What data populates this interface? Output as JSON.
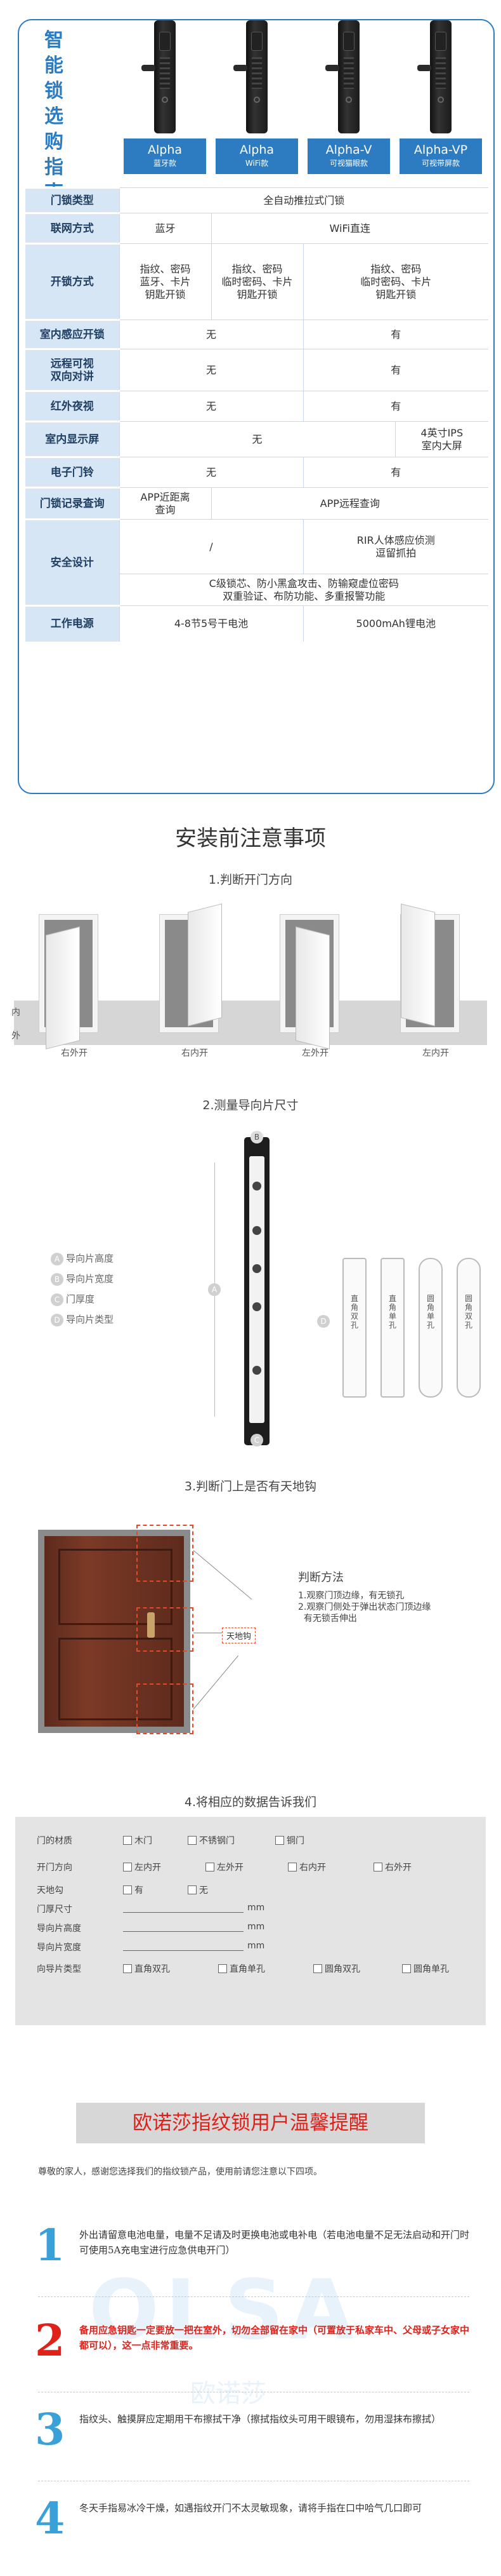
{
  "guide": {
    "title_chars": [
      "智",
      "能",
      "锁",
      "选",
      "购",
      "指",
      "南"
    ],
    "products": [
      {
        "name": "Alpha",
        "sub": "蓝牙款"
      },
      {
        "name": "Alpha",
        "sub": "WiFi款"
      },
      {
        "name": "Alpha-V",
        "sub": "可视猫眼款"
      },
      {
        "name": "Alpha-VP",
        "sub": "可视带屏款"
      }
    ],
    "rows": [
      {
        "key": "门锁类型",
        "cells": [
          [
            "全自动推拉式门锁",
            4
          ]
        ]
      },
      {
        "key": "联网方式",
        "cells": [
          [
            "蓝牙",
            1
          ],
          [
            "WiFi直连",
            3
          ]
        ]
      },
      {
        "key": "开锁方式",
        "cells": [
          [
            "指纹、密码\n蓝牙、卡片\n钥匙开锁",
            1
          ],
          [
            "指纹、密码\n临时密码、卡片\n钥匙开锁",
            1
          ],
          [
            "指纹、密码\n临时密码、卡片\n钥匙开锁",
            2
          ]
        ]
      },
      {
        "key": "室内感应开锁",
        "cells": [
          [
            "无",
            2
          ],
          [
            "有",
            2
          ]
        ]
      },
      {
        "key": "远程可视\n双向对讲",
        "cells": [
          [
            "无",
            2
          ],
          [
            "有",
            2
          ]
        ]
      },
      {
        "key": "红外夜视",
        "cells": [
          [
            "无",
            2
          ],
          [
            "有",
            2
          ]
        ]
      },
      {
        "key": "室内显示屏",
        "cells": [
          [
            "无",
            3
          ],
          [
            "4英寸IPS\n室内大屏",
            1
          ]
        ]
      },
      {
        "key": "电子门铃",
        "cells": [
          [
            "无",
            2
          ],
          [
            "有",
            2
          ]
        ]
      },
      {
        "key": "门锁记录查询",
        "cells": [
          [
            "APP近距离\n查询",
            1
          ],
          [
            "APP远程查询",
            3
          ]
        ]
      },
      {
        "key": "安全设计",
        "cells": [
          [
            "/",
            2
          ],
          [
            "RIR人体感应侦测\n逗留抓拍",
            2
          ]
        ],
        "extra": "C级锁芯、防小黑盒攻击、防输窥虚位密码\n双重验证、布防功能、多重报警功能"
      },
      {
        "key": "工作电源",
        "cells": [
          [
            "4-8节5号干电池",
            2
          ],
          [
            "5000mAh锂电池",
            2
          ]
        ]
      }
    ]
  },
  "install": {
    "heading": "安装前注意事项",
    "step1": "1.判断开门方向",
    "inside": "内",
    "outside": "外",
    "door_labels": [
      "右外开",
      "右内开",
      "左外开",
      "左内开"
    ],
    "step2": "2.测量导向片尺寸",
    "measure_legend": [
      {
        "mark": "A",
        "text": "导向片高度"
      },
      {
        "mark": "B",
        "text": "导向片宽度"
      },
      {
        "mark": "C",
        "text": "门厚度"
      },
      {
        "mark": "D",
        "text": "导向片类型"
      }
    ],
    "plate_marks": {
      "a": "A",
      "b": "B",
      "c": "C",
      "d": "D"
    },
    "strike_types": [
      "直角双孔",
      "直角单孔",
      "圆角单孔",
      "圆角双孔"
    ],
    "step3": "3.判断门上是否有天地钩",
    "hook_tag": "天地钩",
    "judge_title": "判断方法",
    "judge_lines": [
      "1.观察门顶边缘，有无锁孔",
      "2.观察门侧处于弹出状态门顶边缘",
      "  有无锁舌伸出"
    ],
    "step4": "4.将相应的数据告诉我们"
  },
  "form": {
    "material_label": "门的材质",
    "materials": [
      "木门",
      "不锈钢门",
      "铜门"
    ],
    "direction_label": "开门方向",
    "directions": [
      "左内开",
      "左外开",
      "右内开",
      "右外开"
    ],
    "hook_label": "天地勾",
    "hook_options": [
      "有",
      "无"
    ],
    "thickness_label": "门厚尺寸",
    "height_label": "导向片高度",
    "width_label": "导向片宽度",
    "unit": "mm",
    "type_label": "向导片类型",
    "types": [
      "直角双孔",
      "直角单孔",
      "圆角双孔",
      "圆角单孔"
    ]
  },
  "reminder": {
    "banner": "欧诺莎指纹锁用户温馨提醒",
    "intro": "尊敬的家人，感谢您选择我们的指纹锁产品，使用前请您注意以下四项。",
    "watermark": "OLSA",
    "watermark_sub": "欧诺莎",
    "tips": [
      {
        "num": "1",
        "color": "#3aa0d8",
        "text": "外出请留意电池电量，电量不足请及时更换电池或电补电（若电池电量不足无法启动和开门时可使用5A充电宝进行应急供电开门）",
        "red": false
      },
      {
        "num": "2",
        "color": "#e0211a",
        "text": "备用应急钥匙一定要放一把在室外，切勿全部留在家中（可置放于私家车中、父母或子女家中都可以），这一点非常重要。",
        "red": true
      },
      {
        "num": "3",
        "color": "#3aa0d8",
        "text": "指纹头、触摸屏应定期用干布擦拭干净（擦拭指纹头可用干眼镜布，勿用湿抹布擦拭）",
        "red": false
      },
      {
        "num": "4",
        "color": "#3aa0d8",
        "text": "冬天手指易冰冷干燥，如遇指纹开门不太灵敏现象，请将手指在口中哈气几口即可",
        "red": false
      }
    ]
  }
}
